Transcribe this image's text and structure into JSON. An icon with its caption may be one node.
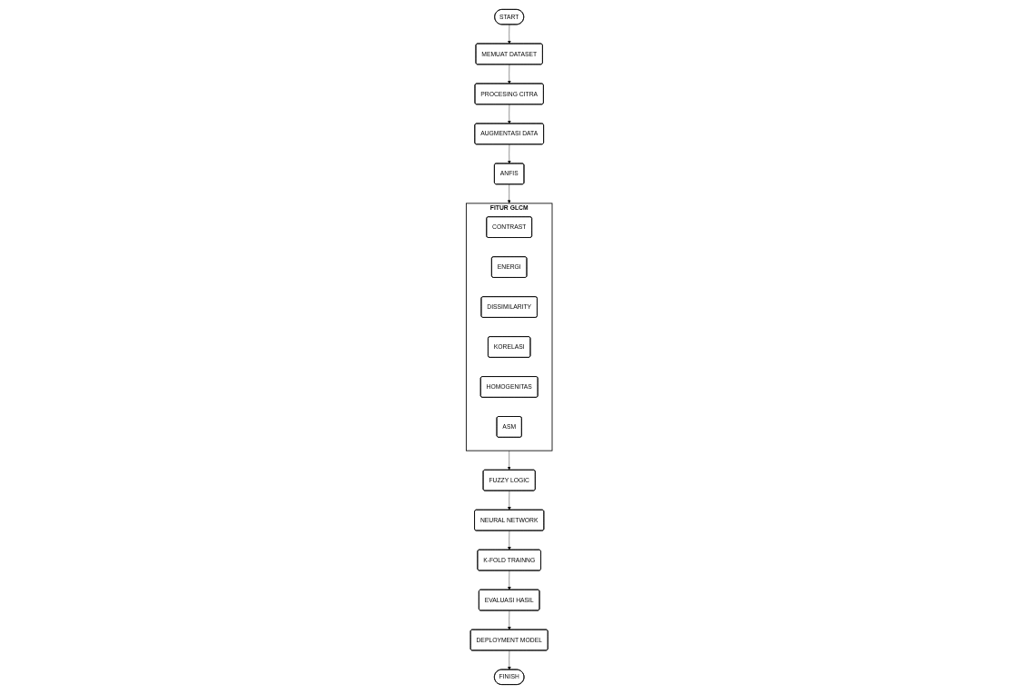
{
  "diagram": {
    "nodes": [
      {
        "text": [
          "START"
        ]
      },
      {
        "text": [
          "MEMUAT DATASET"
        ]
      },
      {
        "text": [
          "PROCESING CITRA"
        ]
      },
      {
        "text": [
          "AUGMENTASI DATA"
        ]
      },
      {
        "text": [
          "ANFIS"
        ]
      },
      {
        "text": [
          "FITUR GLCM"
        ]
      },
      {
        "text": [
          "CONTRAST"
        ],
        "in": 5
      },
      {
        "text": [
          "ENERGI"
        ],
        "in": 5
      },
      {
        "text": [
          "DISSIMILARITY"
        ],
        "in": 5
      },
      {
        "text": [
          "KORELASI"
        ],
        "in": 5
      },
      {
        "text": [
          "HOMOGENITAS"
        ],
        "in": 5
      },
      {
        "text": [
          "ASM"
        ],
        "in": 5
      },
      {
        "text": [
          "FUZZY LOGIC"
        ]
      },
      {
        "text": [
          "NEURAL NETWORK"
        ]
      },
      {
        "text": [
          "K-FOLD TRAINNG"
        ]
      },
      {
        "text": [
          "EVALUASI HASIL"
        ]
      },
      {
        "text": [
          "DEPLOYMENT MODEL"
        ]
      },
      {
        "text": [
          "FINISH"
        ]
      }
    ],
    "edges": [
      {
        "from": 0,
        "to": 1,
        "arrow": "to"
      },
      {
        "from": 1,
        "to": 2,
        "arrow": "to"
      },
      {
        "from": 2,
        "to": 3,
        "arrow": "to"
      },
      {
        "from": 3,
        "to": 4,
        "arrow": "to"
      },
      {
        "from": 4,
        "to": 5,
        "arrow": "to"
      },
      {
        "from": 5,
        "to": 12,
        "arrow": "to"
      },
      {
        "from": 12,
        "to": 13,
        "arrow": "to"
      },
      {
        "from": 13,
        "to": 14,
        "arrow": "to"
      },
      {
        "from": 14,
        "to": 15,
        "arrow": "to"
      },
      {
        "from": 15,
        "to": 16,
        "arrow": "to"
      },
      {
        "from": 16,
        "to": 17,
        "arrow": "to"
      }
    ]
  }
}
